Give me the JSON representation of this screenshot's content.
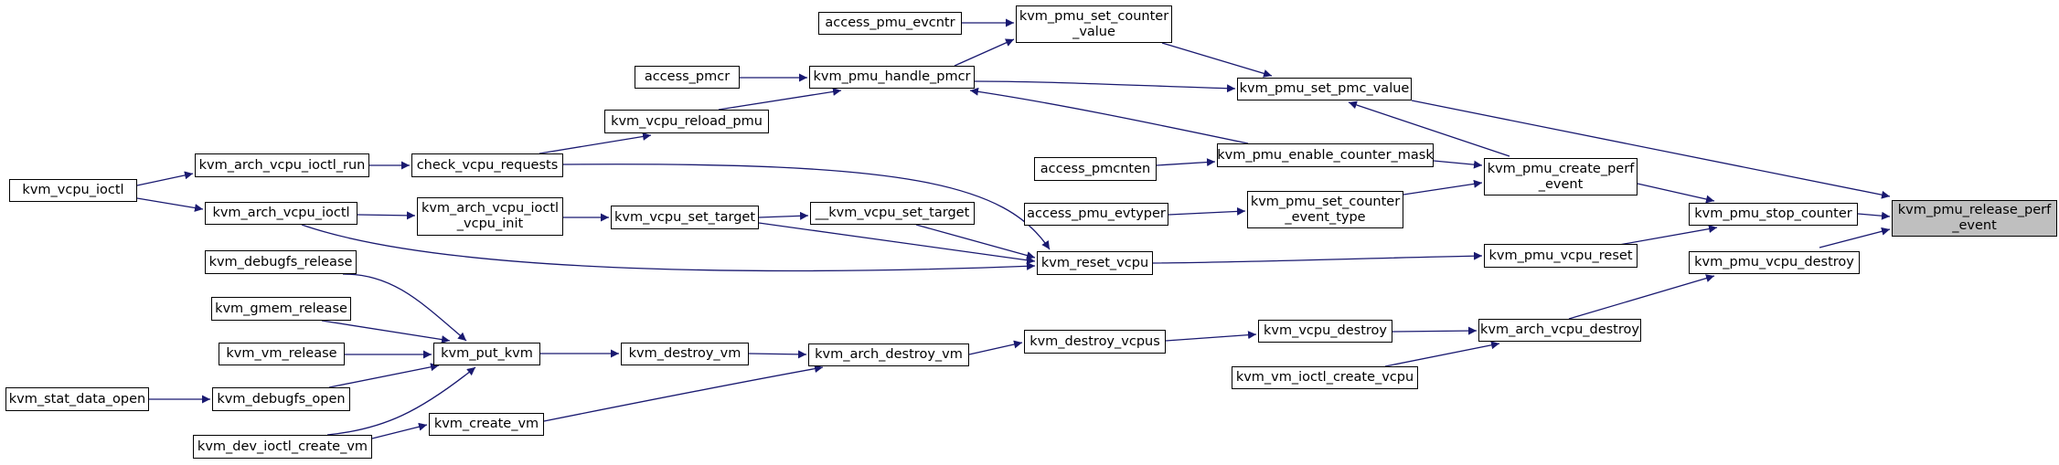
{
  "colors": {
    "edge": "#191970",
    "node_border": "#000000",
    "node_fill": "#ffffff",
    "root_fill": "#bfbfbf"
  },
  "nodes": {
    "kvm_pmu_release_perf_event": "kvm_pmu_release_perf\n_event",
    "kvm_pmu_stop_counter": "kvm_pmu_stop_counter",
    "kvm_pmu_vcpu_destroy": "kvm_pmu_vcpu_destroy",
    "kvm_pmu_set_pmc_value": "kvm_pmu_set_pmc_value",
    "kvm_pmu_create_perf_event": "kvm_pmu_create_perf\n_event",
    "kvm_pmu_vcpu_reset": "kvm_pmu_vcpu_reset",
    "kvm_arch_vcpu_destroy": "kvm_arch_vcpu_destroy",
    "kvm_pmu_set_counter_value": "kvm_pmu_set_counter\n_value",
    "kvm_pmu_handle_pmcr": "kvm_pmu_handle_pmcr",
    "kvm_pmu_enable_counter_mask": "kvm_pmu_enable_counter_mask",
    "kvm_pmu_set_counter_event_type": "kvm_pmu_set_counter\n_event_type",
    "kvm_reset_vcpu": "kvm_reset_vcpu",
    "kvm_vcpu_destroy": "kvm_vcpu_destroy",
    "kvm_vm_ioctl_create_vcpu": "kvm_vm_ioctl_create_vcpu",
    "access_pmu_evcntr": "access_pmu_evcntr",
    "access_pmcr": "access_pmcr",
    "kvm_vcpu_reload_pmu": "kvm_vcpu_reload_pmu",
    "access_pmcnten": "access_pmcnten",
    "access_pmu_evtyper": "access_pmu_evtyper",
    "check_vcpu_requests": "check_vcpu_requests",
    "kvm_arch_vcpu_ioctl_run": "kvm_arch_vcpu_ioctl_run",
    "kvm_vcpu_ioctl": "kvm_vcpu_ioctl",
    "kvm_arch_vcpu_ioctl": "kvm_arch_vcpu_ioctl",
    "kvm_arch_vcpu_ioctl_vcpu_init": "kvm_arch_vcpu_ioctl\n_vcpu_init",
    "kvm_vcpu_set_target": "kvm_vcpu_set_target",
    "__kvm_vcpu_set_target": "__kvm_vcpu_set_target",
    "kvm_destroy_vcpus": "kvm_destroy_vcpus",
    "kvm_arch_destroy_vm": "kvm_arch_destroy_vm",
    "kvm_destroy_vm": "kvm_destroy_vm",
    "kvm_put_kvm": "kvm_put_kvm",
    "kvm_debugfs_release": "kvm_debugfs_release",
    "kvm_gmem_release": "kvm_gmem_release",
    "kvm_vm_release": "kvm_vm_release",
    "kvm_debugfs_open": "kvm_debugfs_open",
    "kvm_stat_data_open": "kvm_stat_data_open",
    "kvm_create_vm": "kvm_create_vm",
    "kvm_dev_ioctl_create_vm": "kvm_dev_ioctl_create_vm"
  }
}
